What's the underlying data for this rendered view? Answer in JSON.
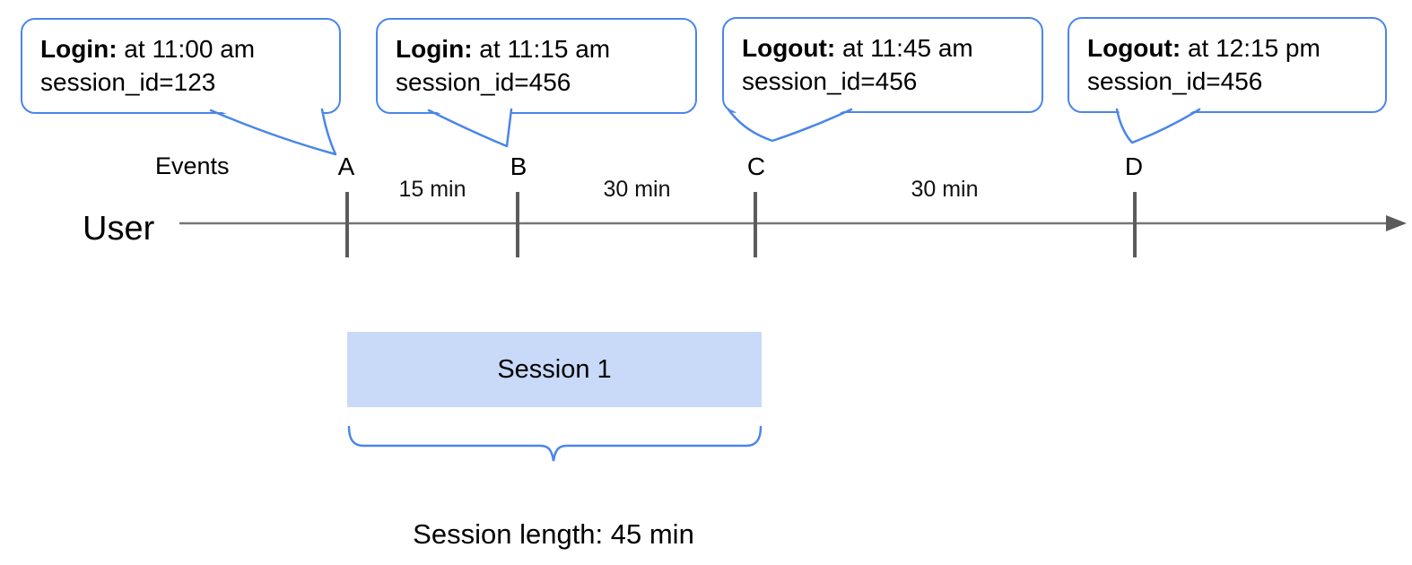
{
  "callouts": [
    {
      "event_type": "Login:",
      "time": " at 11:00 am",
      "session": "session_id=123",
      "target_event": "A"
    },
    {
      "event_type": "Login:",
      "time": " at 11:15 am",
      "session": "session_id=456",
      "target_event": "B"
    },
    {
      "event_type": "Logout:",
      "time": " at 11:45 am",
      "session": "session_id=456",
      "target_event": "C"
    },
    {
      "event_type": "Logout:",
      "time": " at 12:15 pm",
      "session": "session_id=456",
      "target_event": "D"
    }
  ],
  "timeline": {
    "row_label_events": "Events",
    "row_label_user": "User",
    "event_markers": [
      "A",
      "B",
      "C",
      "D"
    ],
    "intervals": [
      "15 min",
      "30 min",
      "30 min"
    ]
  },
  "session": {
    "box_label": "Session 1",
    "length_label": "Session length: 45 min"
  },
  "colors": {
    "callout_blue": "#4a86e8",
    "session_fill": "#c9daf8",
    "axis_gray": "#757575",
    "tick_gray": "#5b5b5b",
    "text_black": "#000000"
  }
}
